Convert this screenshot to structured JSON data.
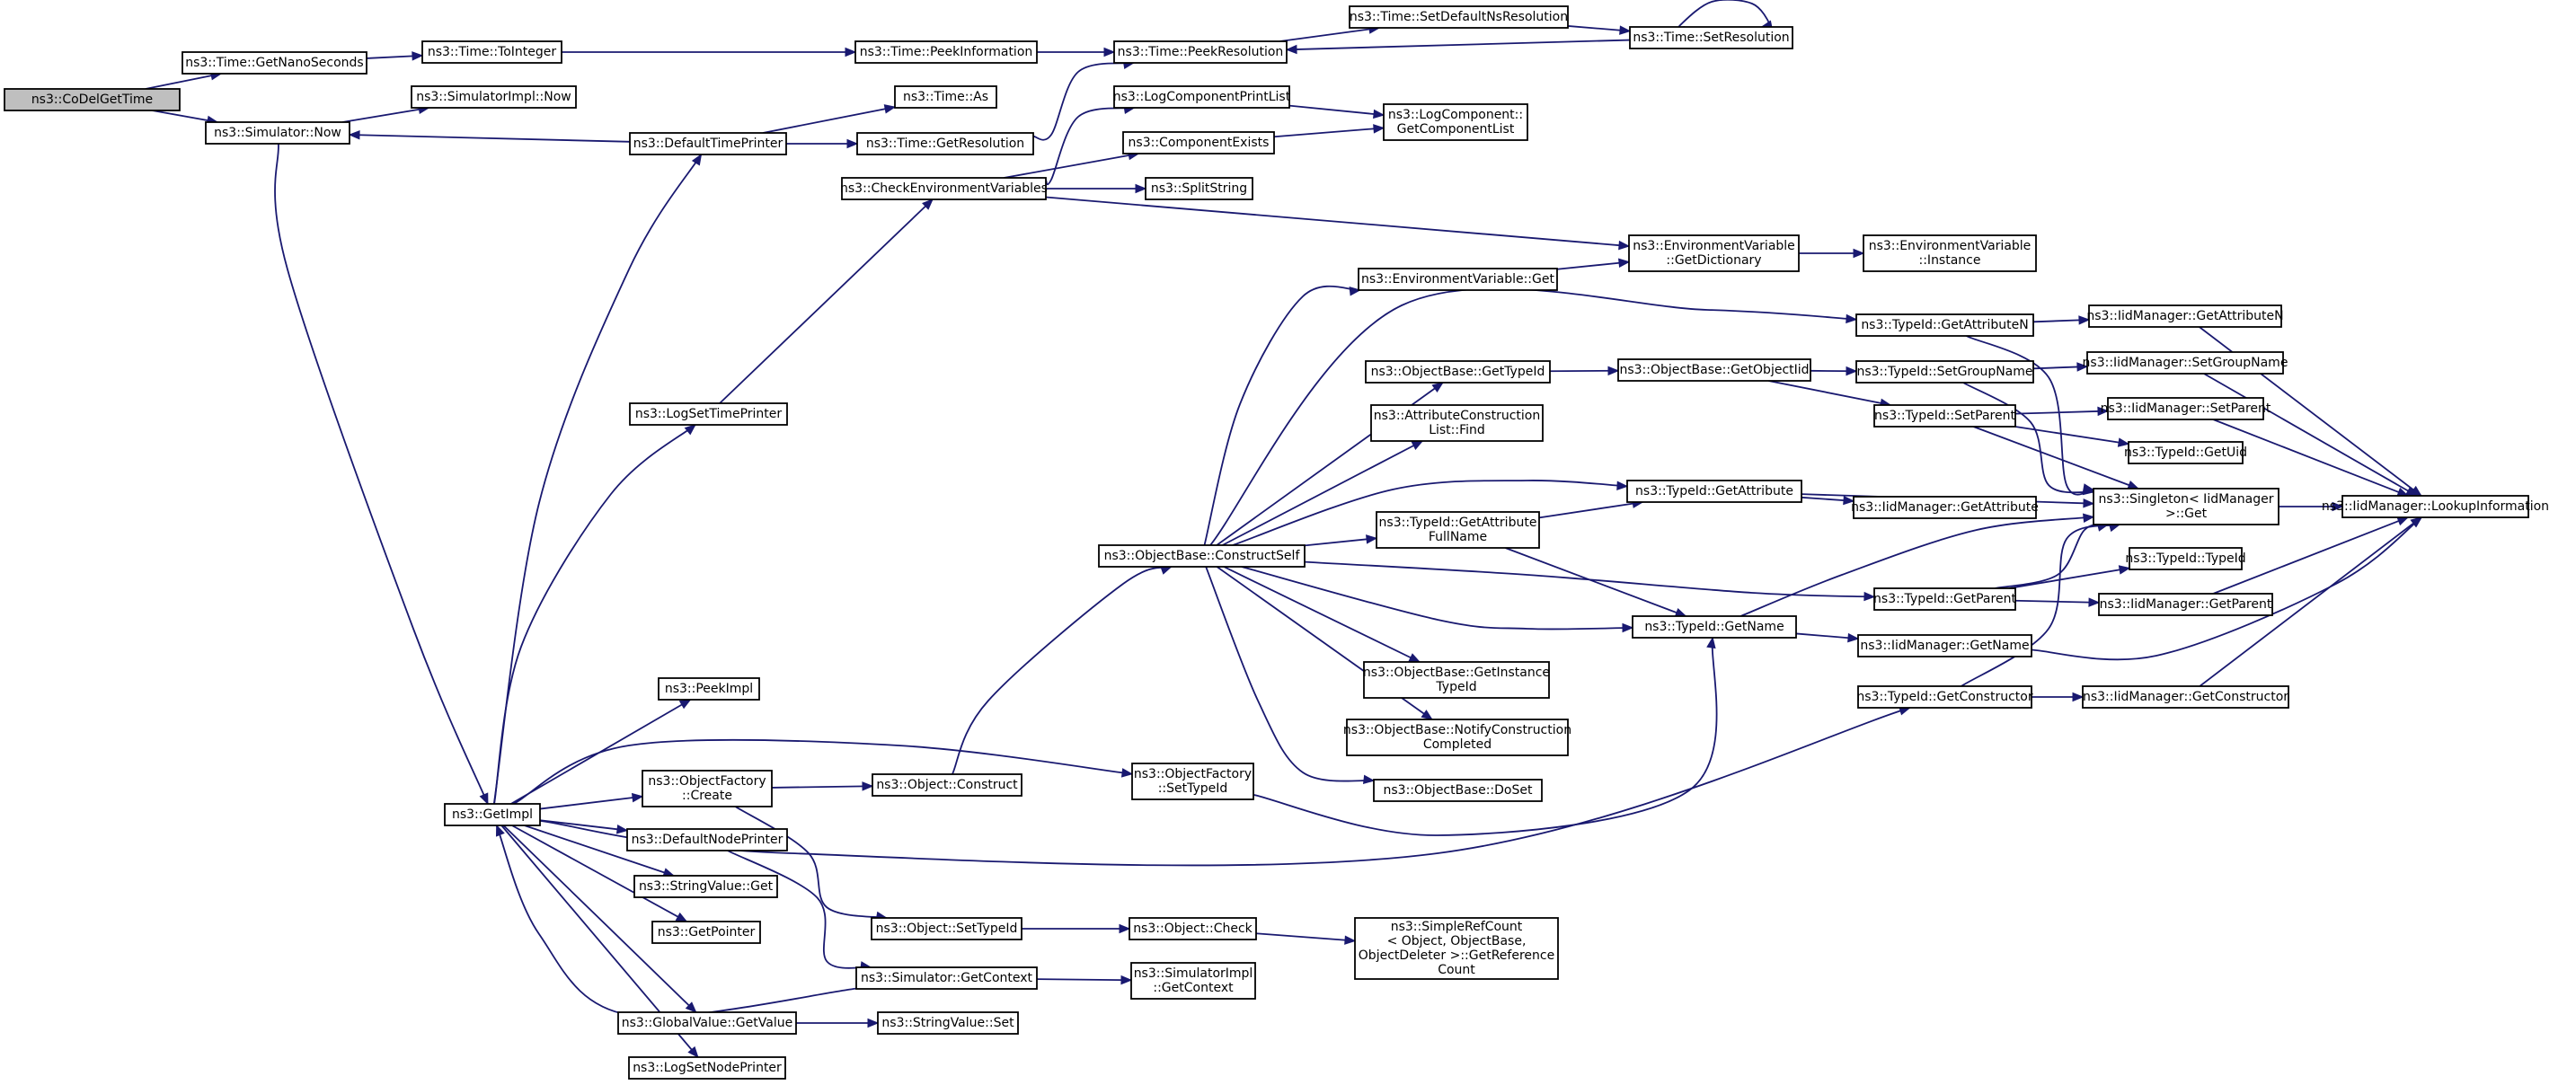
{
  "diagram": {
    "type": "call-graph",
    "root": "ns3::CoDelGetTime",
    "colors": {
      "edge": "#191970",
      "node_border": "#000000",
      "node_fill": "#ffffff",
      "root_fill": "#bfbfbf"
    },
    "nodes": [
      {
        "id": "codel",
        "lines": [
          "ns3::CoDelGetTime"
        ]
      },
      {
        "id": "getnano",
        "lines": [
          "ns3::Time::GetNanoSeconds"
        ]
      },
      {
        "id": "simnow",
        "lines": [
          "ns3::Simulator::Now"
        ]
      },
      {
        "id": "tointeger",
        "lines": [
          "ns3::Time::ToInteger"
        ]
      },
      {
        "id": "simimplnow",
        "lines": [
          "ns3::SimulatorImpl::Now"
        ]
      },
      {
        "id": "getimpl",
        "lines": [
          "ns3::GetImpl"
        ]
      },
      {
        "id": "peekinfo",
        "lines": [
          "ns3::Time::PeekInformation"
        ]
      },
      {
        "id": "peekres",
        "lines": [
          "ns3::Time::PeekResolution"
        ]
      },
      {
        "id": "setdefault",
        "lines": [
          "ns3::Time::SetDefaultNsResolution"
        ]
      },
      {
        "id": "setres",
        "lines": [
          "ns3::Time::SetResolution"
        ]
      },
      {
        "id": "deftimeprinter",
        "lines": [
          "ns3::DefaultTimePrinter"
        ]
      },
      {
        "id": "timeas",
        "lines": [
          "ns3::Time::As"
        ]
      },
      {
        "id": "getres",
        "lines": [
          "ns3::Time::GetResolution"
        ]
      },
      {
        "id": "logcompprint",
        "lines": [
          "ns3::LogComponentPrintList"
        ]
      },
      {
        "id": "compexists",
        "lines": [
          "ns3::ComponentExists"
        ]
      },
      {
        "id": "getcomplist",
        "lines": [
          "ns3::LogComponent::",
          "GetComponentList"
        ]
      },
      {
        "id": "checkenv",
        "lines": [
          "ns3::CheckEnvironmentVariables"
        ]
      },
      {
        "id": "splitstring",
        "lines": [
          "ns3::SplitString"
        ]
      },
      {
        "id": "envgetdict",
        "lines": [
          "ns3::EnvironmentVariable",
          "::GetDictionary"
        ]
      },
      {
        "id": "envinstance",
        "lines": [
          "ns3::EnvironmentVariable",
          "::Instance"
        ]
      },
      {
        "id": "envget",
        "lines": [
          "ns3::EnvironmentVariable::Get"
        ]
      },
      {
        "id": "logsettime",
        "lines": [
          "ns3::LogSetTimePrinter"
        ]
      },
      {
        "id": "typegetattrn",
        "lines": [
          "ns3::TypeId::GetAttributeN"
        ]
      },
      {
        "id": "iidgetattrn",
        "lines": [
          "ns3::IidManager::GetAttributeN"
        ]
      },
      {
        "id": "objgettypeid",
        "lines": [
          "ns3::ObjectBase::GetTypeId"
        ]
      },
      {
        "id": "objgetobjiid",
        "lines": [
          "ns3::ObjectBase::GetObjectIid"
        ]
      },
      {
        "id": "typesetgroup",
        "lines": [
          "ns3::TypeId::SetGroupName"
        ]
      },
      {
        "id": "iidsetgroup",
        "lines": [
          "ns3::IidManager::SetGroupName"
        ]
      },
      {
        "id": "attrconsfind",
        "lines": [
          "ns3::AttributeConstruction",
          "List::Find"
        ]
      },
      {
        "id": "typesetparent",
        "lines": [
          "ns3::TypeId::SetParent"
        ]
      },
      {
        "id": "iidsetparent",
        "lines": [
          "ns3::IidManager::SetParent"
        ]
      },
      {
        "id": "typegetuid",
        "lines": [
          "ns3::TypeId::GetUid"
        ]
      },
      {
        "id": "typegetattr",
        "lines": [
          "ns3::TypeId::GetAttribute"
        ]
      },
      {
        "id": "singleton",
        "lines": [
          "ns3::Singleton< IidManager",
          ">::Get"
        ]
      },
      {
        "id": "iidlookup",
        "lines": [
          "ns3::IidManager::LookupInformation"
        ]
      },
      {
        "id": "iidgetattr",
        "lines": [
          "ns3::IidManager::GetAttribute"
        ]
      },
      {
        "id": "typegetattrfull",
        "lines": [
          "ns3::TypeId::GetAttribute",
          "FullName"
        ]
      },
      {
        "id": "construct",
        "lines": [
          "ns3::ObjectBase::ConstructSelf"
        ]
      },
      {
        "id": "typetypeid",
        "lines": [
          "ns3::TypeId::TypeId"
        ]
      },
      {
        "id": "typegetparent",
        "lines": [
          "ns3::TypeId::GetParent"
        ]
      },
      {
        "id": "iidgetparent",
        "lines": [
          "ns3::IidManager::GetParent"
        ]
      },
      {
        "id": "typegetname",
        "lines": [
          "ns3::TypeId::GetName"
        ]
      },
      {
        "id": "iidgetname",
        "lines": [
          "ns3::IidManager::GetName"
        ]
      },
      {
        "id": "peekimpl",
        "lines": [
          "ns3::PeekImpl"
        ]
      },
      {
        "id": "objgetinst",
        "lines": [
          "ns3::ObjectBase::GetInstance",
          "TypeId"
        ]
      },
      {
        "id": "typegetcons",
        "lines": [
          "ns3::TypeId::GetConstructor"
        ]
      },
      {
        "id": "iidgetcons",
        "lines": [
          "ns3::IidManager::GetConstructor"
        ]
      },
      {
        "id": "objnotify",
        "lines": [
          "ns3::ObjectBase::NotifyConstruction",
          "Completed"
        ]
      },
      {
        "id": "objfactcreate",
        "lines": [
          "ns3::ObjectFactory",
          "::Create"
        ]
      },
      {
        "id": "objconstruct",
        "lines": [
          "ns3::Object::Construct"
        ]
      },
      {
        "id": "objfactsettype",
        "lines": [
          "ns3::ObjectFactory",
          "::SetTypeId"
        ]
      },
      {
        "id": "objdoset",
        "lines": [
          "ns3::ObjectBase::DoSet"
        ]
      },
      {
        "id": "defnodeprinter",
        "lines": [
          "ns3::DefaultNodePrinter"
        ]
      },
      {
        "id": "strvalget",
        "lines": [
          "ns3::StringValue::Get"
        ]
      },
      {
        "id": "getpointer",
        "lines": [
          "ns3::GetPointer"
        ]
      },
      {
        "id": "objsettypeid",
        "lines": [
          "ns3::Object::SetTypeId"
        ]
      },
      {
        "id": "objcheck",
        "lines": [
          "ns3::Object::Check"
        ]
      },
      {
        "id": "simplerefcount",
        "lines": [
          "ns3::SimpleRefCount",
          "< Object, ObjectBase,",
          " ObjectDeleter >::GetReference",
          "Count"
        ]
      },
      {
        "id": "simgetctx",
        "lines": [
          "ns3::Simulator::GetContext"
        ]
      },
      {
        "id": "simimplgetctx",
        "lines": [
          "ns3::SimulatorImpl",
          "::GetContext"
        ]
      },
      {
        "id": "globalgetval",
        "lines": [
          "ns3::GlobalValue::GetValue"
        ]
      },
      {
        "id": "strvalset",
        "lines": [
          "ns3::StringValue::Set"
        ]
      },
      {
        "id": "logsetnode",
        "lines": [
          "ns3::LogSetNodePrinter"
        ]
      }
    ]
  }
}
